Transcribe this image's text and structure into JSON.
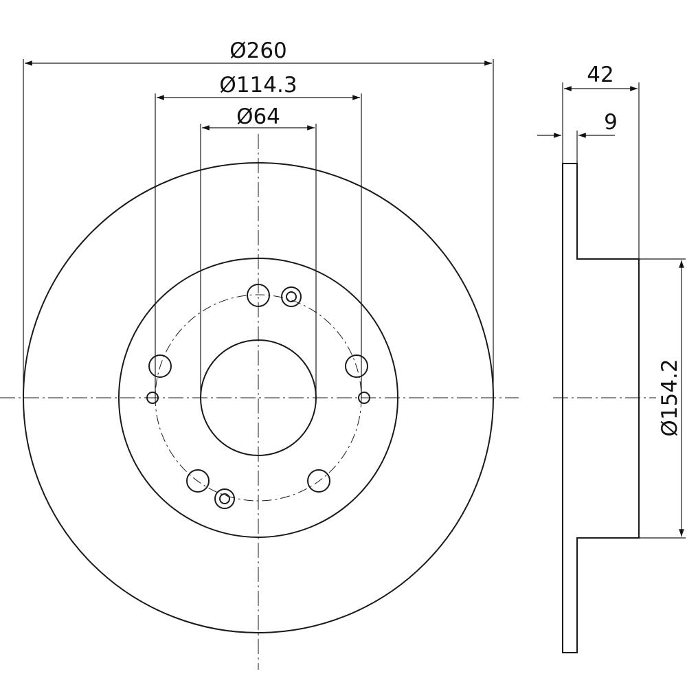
{
  "drawing": {
    "dimensions": {
      "outer_diameter": "Ø260",
      "bolt_circle_diameter": "Ø114.3",
      "center_bore_diameter": "Ø64",
      "total_height": "42",
      "disc_thickness": "9",
      "hat_diameter": "Ø154.2"
    },
    "line_color": "#1a1a1a",
    "background": "#ffffff"
  }
}
